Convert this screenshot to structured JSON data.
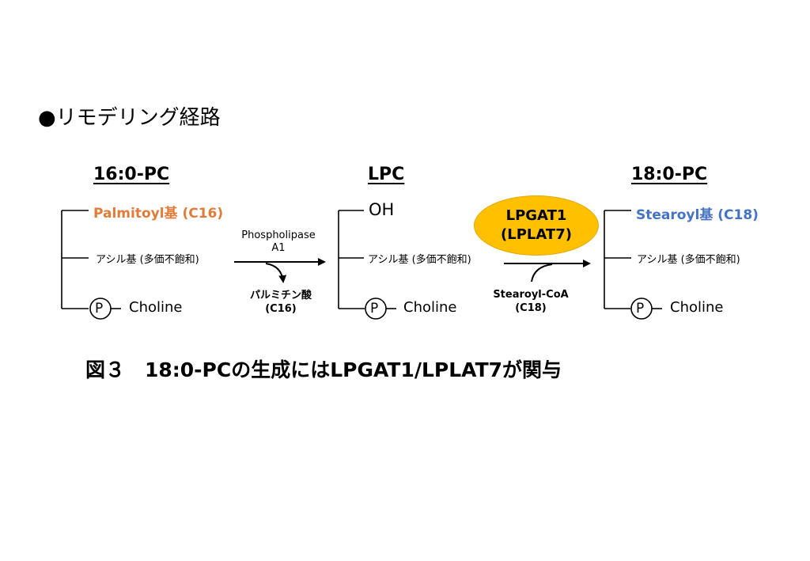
{
  "heading": "●リモデリング経路",
  "molecules": [
    {
      "title": "16:0-PC",
      "acyl_top": "Palmitoyl基 (C16)",
      "acyl_top_color": "#E07B39",
      "acyl_mid": "アシル基 (多価不飽和)",
      "phosphate": "P",
      "choline": "Choline"
    },
    {
      "title": "LPC",
      "acyl_top": "OH",
      "acyl_top_color": "#000000",
      "acyl_mid": "アシル基 (多価不飽和)",
      "phosphate": "P",
      "choline": "Choline"
    },
    {
      "title": "18:0-PC",
      "acyl_top": "Stearoyl基 (C18)",
      "acyl_top_color": "#4472C4",
      "acyl_mid": "アシル基 (多価不飽和)",
      "phosphate": "P",
      "choline": "Choline"
    }
  ],
  "reaction1": {
    "enzyme_line1": "Phospholipase",
    "enzyme_line2": "A1",
    "byproduct_line1": "パルミチン酸",
    "byproduct_line2": "(C16)"
  },
  "reaction2": {
    "enzyme_line1": "LPGAT1",
    "enzyme_line2": "(LPLAT7)",
    "enzyme_color": "#FFC000",
    "substrate_line1": "Stearoyl-CoA",
    "substrate_line2": "(C18)"
  },
  "caption": "図３　18:0-PCの生成にはLPGAT1/LPLAT7が関与"
}
